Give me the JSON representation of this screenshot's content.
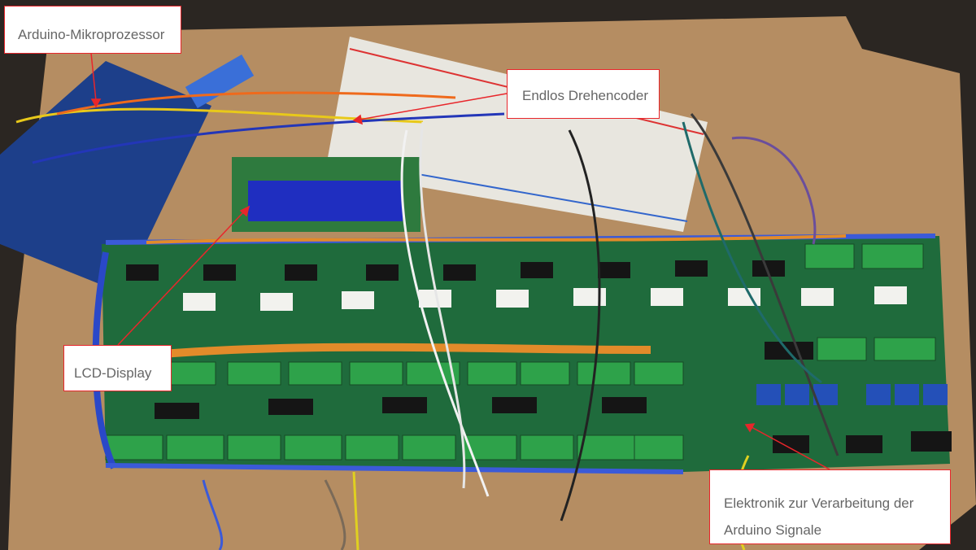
{
  "annotations": {
    "arduino": "Arduino-Mikroprozessor",
    "encoder": "Endlos Drehencoder",
    "lcd": "LCD-Display",
    "electronics_line1": "Elektronik zur Verarbeitung der",
    "electronics_line2": "Arduino Signale"
  },
  "colors": {
    "callout_border": "#e8262b",
    "pcb": "#1f6b3c",
    "cardboard": "#b58d62",
    "arduino_board": "#1d3f8a"
  }
}
